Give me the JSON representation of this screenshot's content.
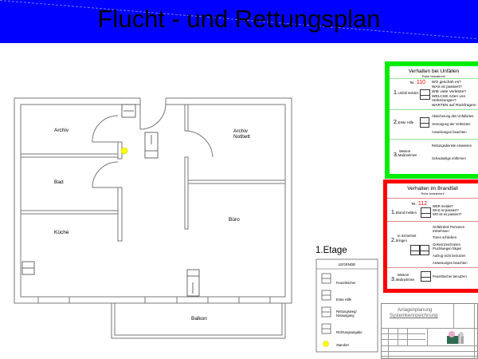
{
  "header": {
    "title": "Flucht - und Rettungsplan",
    "background": "#0000ff"
  },
  "floor": {
    "label": "1.Etage",
    "rooms": {
      "archiv": "Archiv",
      "archiv_notbett_1": "Archiv",
      "archiv_notbett_2": "Notbett",
      "bad": "Bad",
      "kueche": "Küche",
      "buero": "Büro",
      "balkon": "Balkon"
    }
  },
  "legend": {
    "title": "LEGENDE",
    "items": [
      {
        "icon": "fire-extinguisher-icon",
        "label": "Feuerlöscher"
      },
      {
        "icon": "first-aid-icon",
        "label": "Erste Hilfe"
      },
      {
        "icon": "escape-route-icon",
        "label": "Rettungsweg/",
        "label2": "Notausgang"
      },
      {
        "icon": "direction-icon",
        "label": "Richtungsangabe"
      },
      {
        "icon": "location-dot-icon",
        "label": "Standort",
        "color": "#ffff00"
      }
    ]
  },
  "accident_panel": {
    "border_color": "#00ee00",
    "title": "Verhalten bei Unfällen",
    "subtitle": "Ruhe bewahren!",
    "tel_label": "Tel.:",
    "tel_number": "110",
    "step1_num": "1.",
    "step1": "Unfall melden",
    "step1_items": [
      "WO geschah es?",
      "WAS ist passiert?",
      "WIE viele Verletzte?",
      "WELCHE Arten von Verletzungen?",
      "WARTEN auf Rückfragen!"
    ],
    "step2_num": "2.",
    "step2": "Erste Hilfe",
    "step2_items": [
      "Absicherung des Unfallortes",
      "Versorgung der Verletzten",
      "Anweisungen beachten"
    ],
    "step3_pre": "Weitere",
    "step3_num": "3.",
    "step3": "Maßnahmen",
    "step3_items": [
      "Rettungsdienste einweisen",
      "Schaulustige entfernen"
    ]
  },
  "fire_panel": {
    "border_color": "#ff0000",
    "title": "Verhalten im Brandfall",
    "subtitle": "Ruhe bewahren!",
    "tel_label": "Tel.:",
    "tel_number": "112",
    "step1_num": "1.",
    "step1": "Brand melden",
    "step1_items": [
      "WER meldet?",
      "WAS ist passiert?",
      "WO ist es passiert?"
    ],
    "step2_pre": "In Sicherheit",
    "step2_num": "2.",
    "step2": "bringen",
    "step2_items": [
      "Gefährdete Personen",
      "mitnehmen",
      "Türen schließen",
      "Gekennzeichneten",
      "Fluchtwegen folgen",
      "Aufzug nicht benutzen",
      "Anweisungen beachten"
    ],
    "step3_pre": "Weitere",
    "step3_num": "3.",
    "step3": "Maßnahmen",
    "step3_items": [
      "Feuerlöscher benutzen"
    ]
  },
  "title_block": {
    "line1": "Anlagenplanung",
    "line2": "Systemkennzeichnung"
  }
}
